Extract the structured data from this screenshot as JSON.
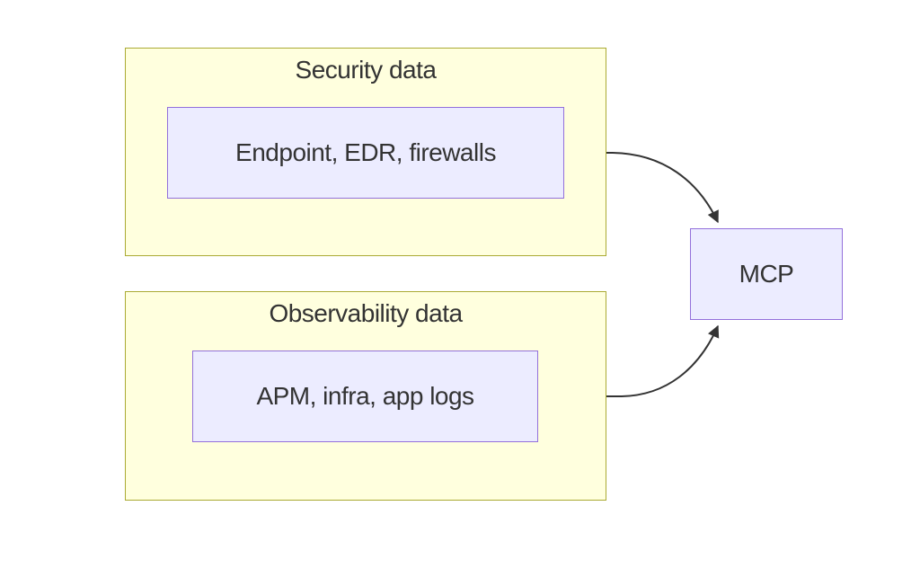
{
  "diagram": {
    "type": "flowchart",
    "clusters": [
      {
        "title": "Security data",
        "node": {
          "label": "Endpoint, EDR, firewalls"
        }
      },
      {
        "title": "Observability data",
        "node": {
          "label": "APM, infra, app logs"
        }
      }
    ],
    "target": {
      "label": "MCP"
    },
    "edges": [
      {
        "from": "Endpoint, EDR, firewalls",
        "to": "MCP"
      },
      {
        "from": "APM, infra, app logs",
        "to": "MCP"
      }
    ]
  },
  "colors": {
    "cluster_fill": "#ffffde",
    "cluster_border": "#aaaa33",
    "node_fill": "#ececff",
    "node_border": "#9370db",
    "edge_color": "#333333",
    "text_color": "#333333"
  }
}
